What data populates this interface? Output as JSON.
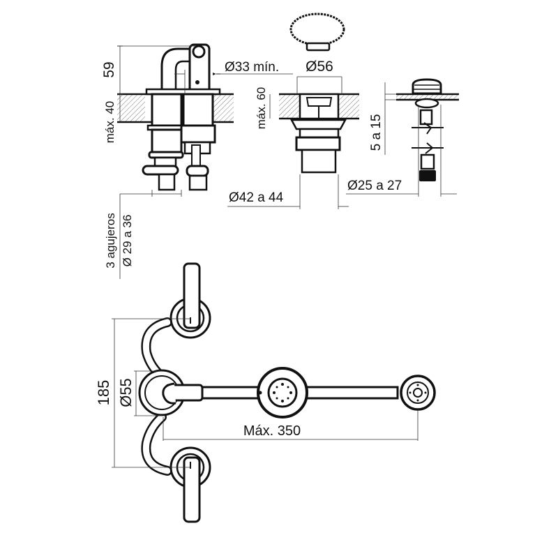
{
  "diagram": {
    "subject": "3-hole basin faucet technical drawing",
    "views": {
      "side_view": {
        "dims": {
          "height_above_deck": "59",
          "deck_thickness": "máx. 40",
          "spout_clearance": "Ø33 mín.",
          "holes": "3 agujeros",
          "hole_diameter": "Ø 29 a 36"
        }
      },
      "drain_view": {
        "dims": {
          "cap_diameter": "Ø56",
          "deck_thickness": "máx. 60",
          "hole_diameter": "Ø42 a 44"
        }
      },
      "aerator_view": {
        "dims": {
          "deck_thickness": "5 a 15",
          "hole_diameter": "Ø25 a 27"
        }
      },
      "top_view": {
        "dims": {
          "handle_spacing": "185",
          "escutcheon_diameter": "Ø55",
          "max_reach": "Máx. 350"
        }
      }
    },
    "colors": {
      "line": "#111111",
      "dim_line": "#333333",
      "hatch": "#555555",
      "background": "#ffffff"
    }
  }
}
